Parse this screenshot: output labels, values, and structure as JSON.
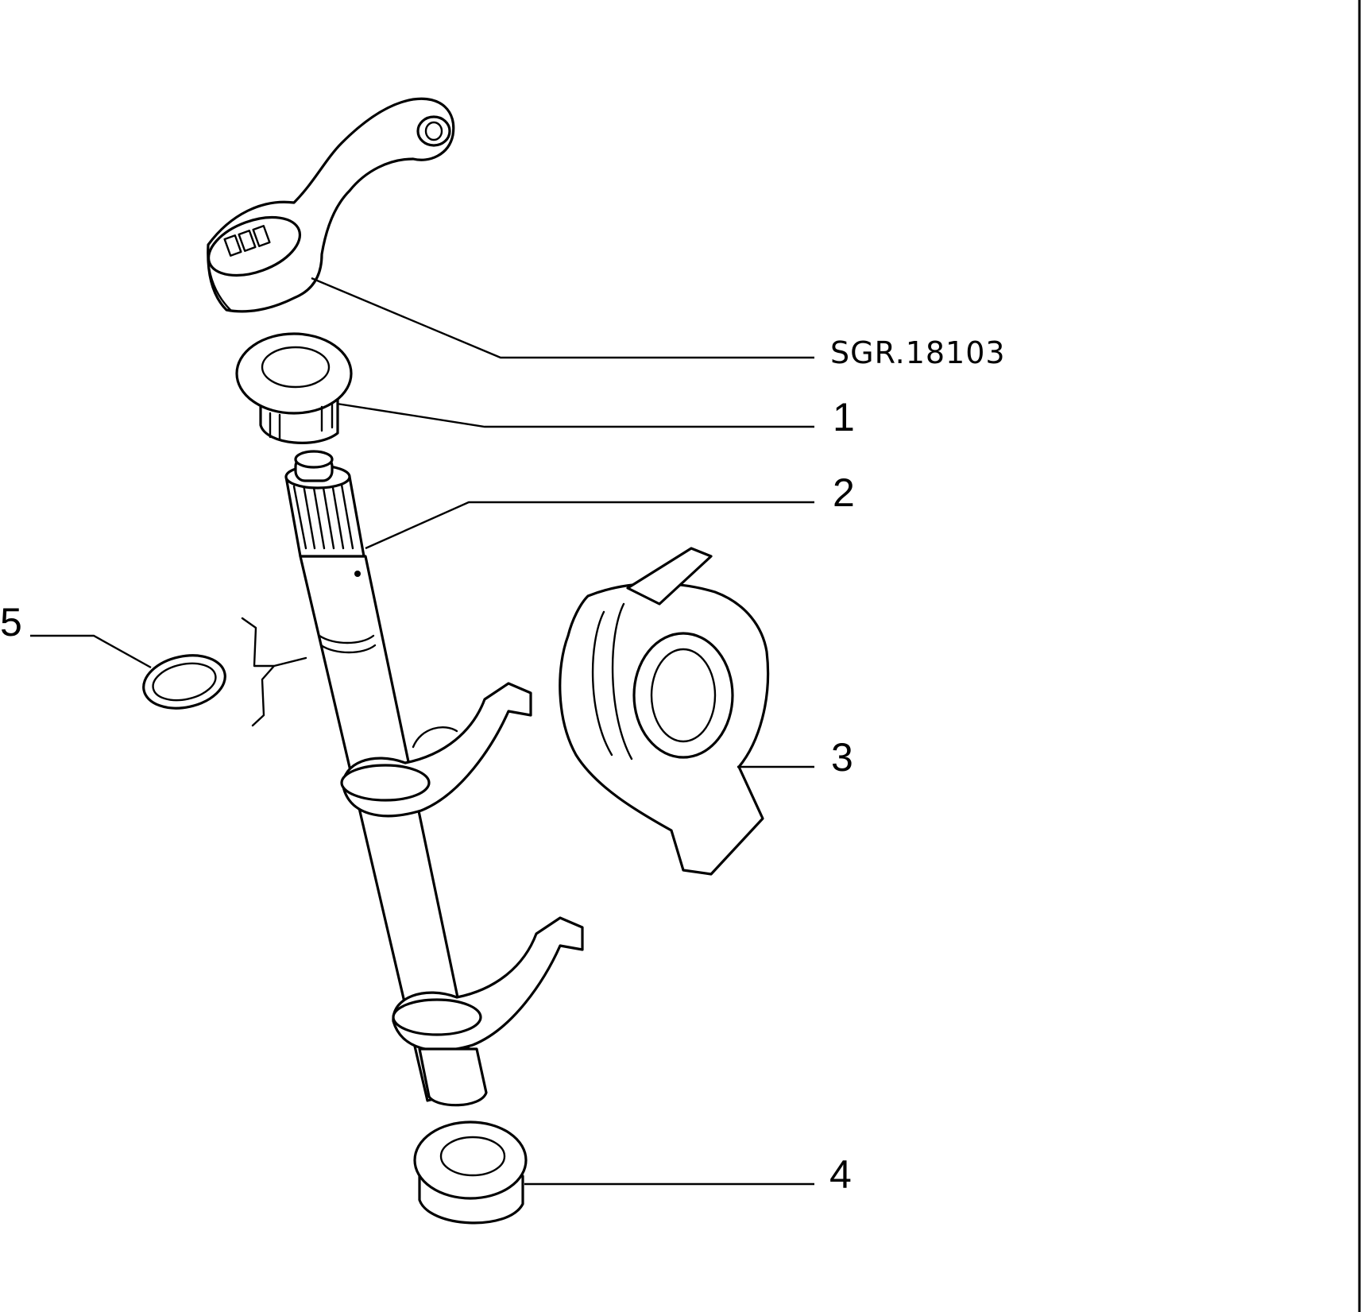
{
  "diagram": {
    "reference_code": "SGR.18103",
    "callouts": [
      {
        "id": "1",
        "label": "1",
        "part": "upper-bush"
      },
      {
        "id": "2",
        "label": "2",
        "part": "fork-shaft"
      },
      {
        "id": "3",
        "label": "3",
        "part": "release-bearing"
      },
      {
        "id": "4",
        "label": "4",
        "part": "lower-bush"
      },
      {
        "id": "5",
        "label": "5",
        "part": "seal-ring"
      }
    ]
  }
}
